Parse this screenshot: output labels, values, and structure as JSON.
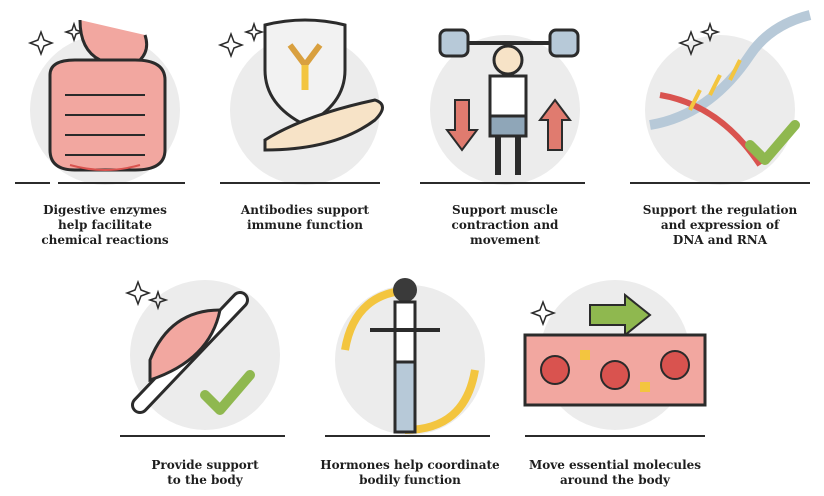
{
  "captions": {
    "digestive": "Digestive enzymes\nhelp facilitate\nchemical reactions",
    "antibodies": "Antibodies support\nimmune function",
    "muscle": "Support muscle\ncontraction and\nmovement",
    "dna": "Support the regulation\nand expression of\nDNA and RNA",
    "support": "Provide support\nto the body",
    "hormones": "Hormones help coordinate\nbodily function",
    "molecules": "Move essential molecules\naround the body"
  },
  "colors": {
    "circle_bg": "#ececec",
    "outline": "#2b2b2b",
    "pink": "#f2a7a0",
    "red": "#d9534f",
    "yellow": "#f3c53f",
    "green": "#8fb84f",
    "blue": "#b7c9d8",
    "skin": "#f7e3c7"
  },
  "icons": [
    "intestine-icon",
    "antibody-shield-icon",
    "weightlifter-icon",
    "dna-icon",
    "muscle-bone-icon",
    "hormone-cycle-icon",
    "blood-vessel-icon"
  ]
}
